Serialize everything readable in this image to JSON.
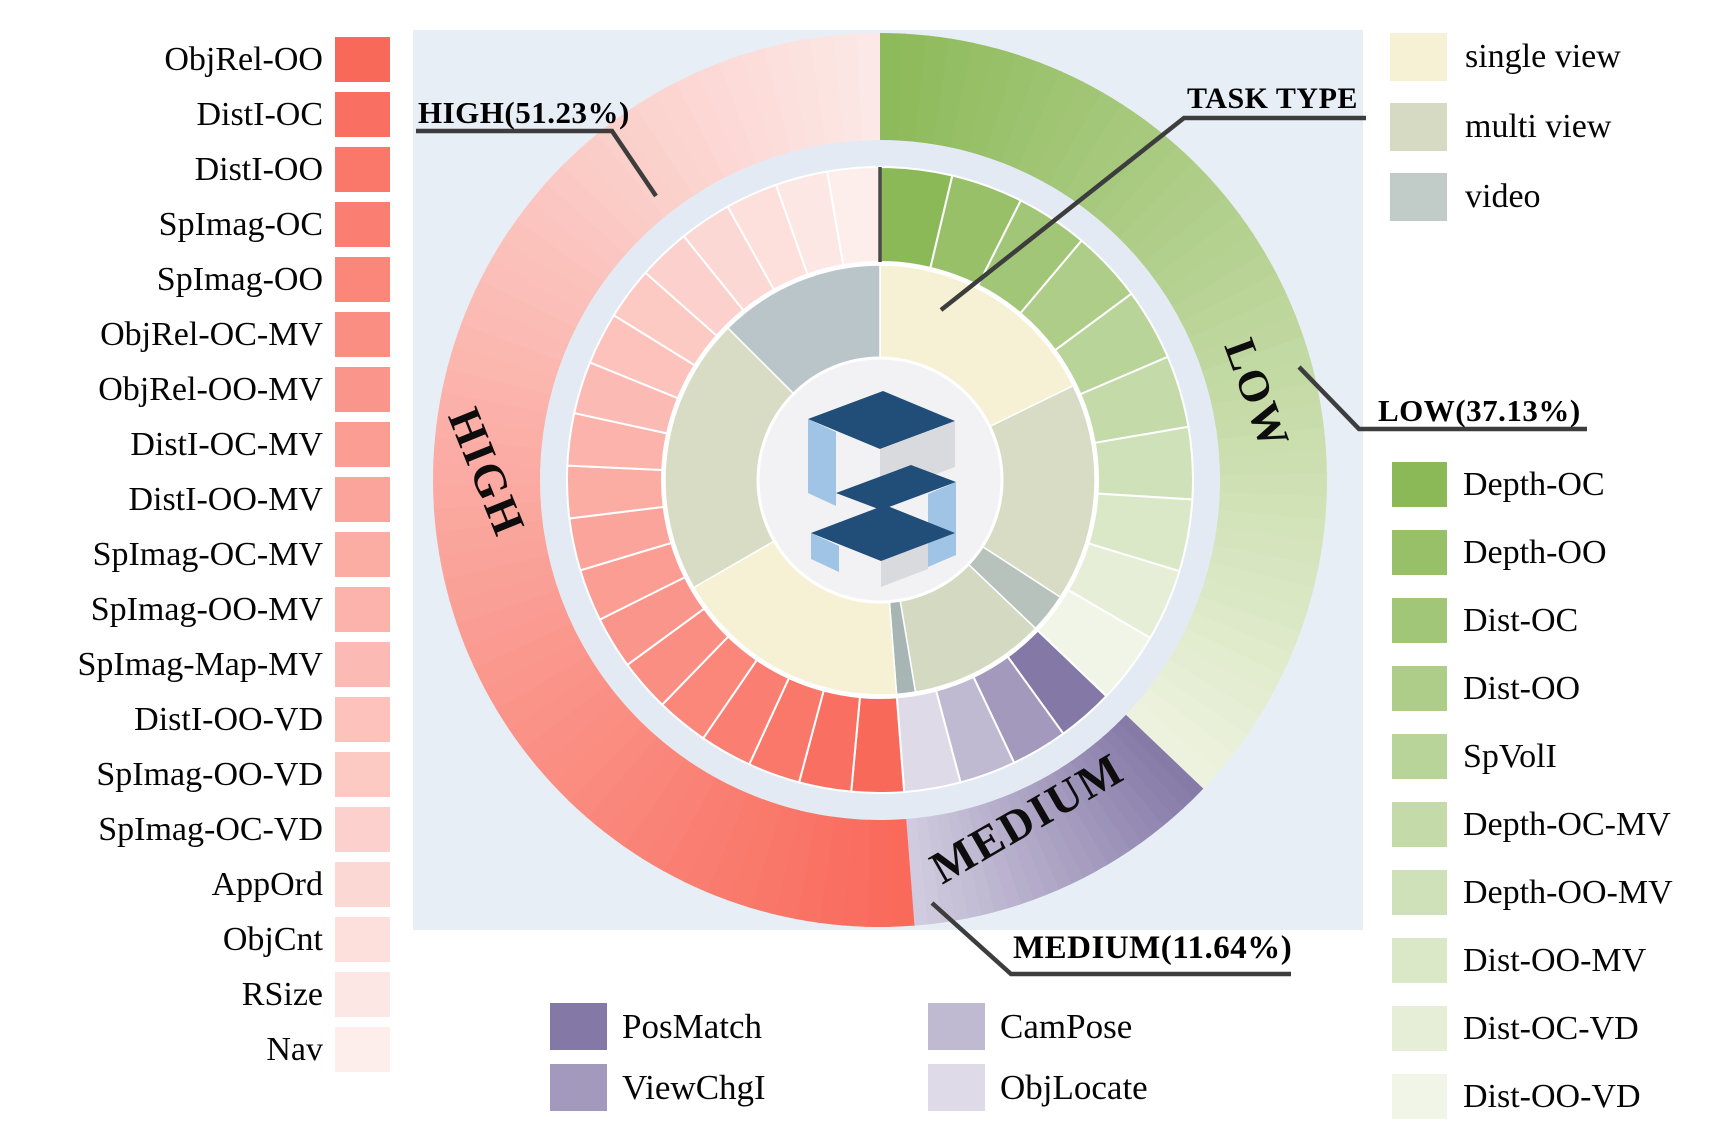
{
  "colors": {
    "background": "#ffffff",
    "chart_bg": "#e8eef6",
    "gap_band": "#e3eaf4",
    "leader_line": "#3d3d3d",
    "divider": "#4a4a4a",
    "center_circle": "#f2f2f4",
    "logo_navy": "#204e78",
    "logo_blue": "#a0c4e6",
    "logo_gray": "#d9dade"
  },
  "callouts": {
    "high": "HIGH(51.23%)",
    "low": "LOW(37.13%)",
    "medium": "MEDIUM(11.64%)",
    "task_type": "TASK TYPE"
  },
  "ring_labels": {
    "high": "HIGH",
    "low": "LOW",
    "medium": "MEDIUM"
  },
  "chart_data": {
    "type": "sunburst",
    "rings": [
      "difficulty (outer)",
      "task (middle)",
      "task type (inner)"
    ],
    "groups": [
      {
        "name": "LOW",
        "percent": 37.13,
        "start_angle": 0,
        "end_angle": 133.67,
        "color_start": "#8cb958",
        "color_end": "#f1f5e8",
        "outer_color_end": "#eef3e0",
        "tasks": [
          "Depth-OC",
          "Depth-OO",
          "Dist-OC",
          "Dist-OO",
          "SpVolI",
          "Depth-OC-MV",
          "Depth-OO-MV",
          "Dist-OO-MV",
          "Dist-OC-VD",
          "Dist-OO-VD"
        ]
      },
      {
        "name": "MEDIUM",
        "percent": 11.64,
        "start_angle": 133.67,
        "end_angle": 175.57,
        "color_start": "#8478a6",
        "color_end": "#dedae8",
        "outer_color_end": "#d2cde0",
        "tasks": [
          "PosMatch",
          "ViewChgI",
          "CamPose",
          "ObjLocate"
        ]
      },
      {
        "name": "HIGH",
        "percent": 51.23,
        "start_angle": 175.57,
        "end_angle": 360,
        "color_start": "#f9695a",
        "color_end": "#fdeeec",
        "outer_color_end": "#fce9e7",
        "tasks": [
          "ObjRel-OO",
          "DistI-OC",
          "DistI-OO",
          "SpImag-OC",
          "SpImag-OO",
          "ObjRel-OC-MV",
          "ObjRel-OO-MV",
          "DistI-OC-MV",
          "DistI-OO-MV",
          "SpImag-OC-MV",
          "SpImag-OO-MV",
          "SpImag-Map-MV",
          "DistI-OO-VD",
          "SpImag-OO-VD",
          "SpImag-OC-VD",
          "AppOrd",
          "ObjCnt",
          "RSize",
          "Nav"
        ]
      }
    ],
    "task_types": [
      {
        "label": "single view",
        "color": "#f6f1d4"
      },
      {
        "label": "multi view",
        "color": "#d6dac3"
      },
      {
        "label": "video",
        "color": "#c1cbc8"
      }
    ],
    "inner_segments": [
      {
        "group": "LOW",
        "task_type": "single view",
        "start_angle": 0,
        "end_angle": 64,
        "color": "#f6f1d4"
      },
      {
        "group": "LOW",
        "task_type": "multi view",
        "start_angle": 64,
        "end_angle": 123,
        "color": "#d8dcc4"
      },
      {
        "group": "LOW",
        "task_type": "video",
        "start_angle": 123,
        "end_angle": 133.67,
        "color": "#b7c2bd"
      },
      {
        "group": "MEDIUM",
        "task_type": "multi view",
        "start_angle": 133.67,
        "end_angle": 170.5,
        "color": "#d4dac1"
      },
      {
        "group": "MEDIUM",
        "task_type": "video",
        "start_angle": 170.5,
        "end_angle": 175.57,
        "color": "#a8b5b5"
      },
      {
        "group": "HIGH",
        "task_type": "single view",
        "start_angle": 175.57,
        "end_angle": 240,
        "color": "#f6f1d4"
      },
      {
        "group": "HIGH",
        "task_type": "multi view",
        "start_angle": 240,
        "end_angle": 315,
        "color": "#d8dcc4"
      },
      {
        "group": "HIGH",
        "task_type": "video",
        "start_angle": 315,
        "end_angle": 360,
        "color": "#b9c5c8"
      }
    ]
  }
}
